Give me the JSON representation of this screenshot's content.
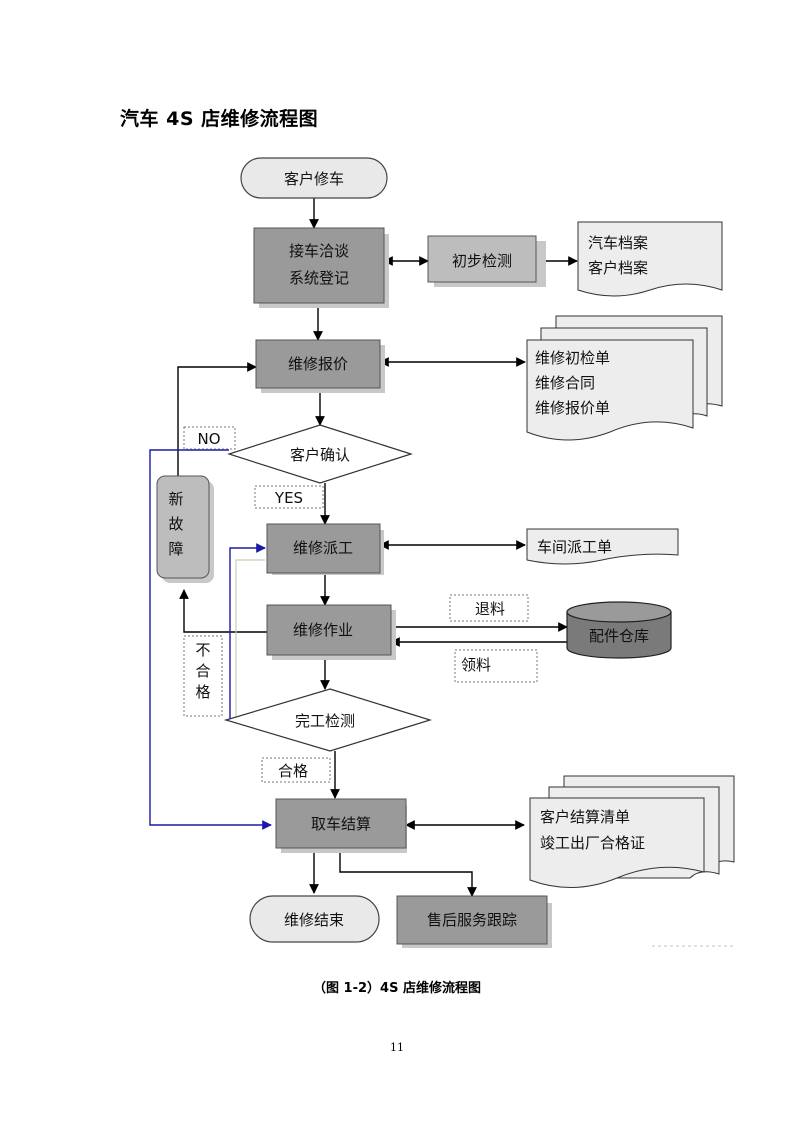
{
  "page_title": "汽车 4S 店维修流程图",
  "caption": "（图 1-2）4S 店维修流程图",
  "page_number": "11",
  "nodes": {
    "start": "客户修车",
    "reception_line1": "接车洽谈",
    "reception_line2": "系统登记",
    "initial_inspection": "初步检测",
    "quote": "维修报价",
    "customer_confirm": "客户确认",
    "new_fault": [
      "新",
      "故",
      "障"
    ],
    "dispatch": "维修派工",
    "operation": "维修作业",
    "completion_check": "完工检测",
    "checkout": "取车结算",
    "end": "维修结束",
    "aftersales": "售后服务跟踪",
    "warehouse": "配件仓库"
  },
  "documents": {
    "archives": [
      "汽车档案",
      "客户档案"
    ],
    "quote_docs": [
      "维修初检单",
      "维修合同",
      "维修报价单"
    ],
    "work_order": "车间派工单",
    "settlement_docs": [
      "客户结算清单",
      "竣工出厂合格证"
    ]
  },
  "edge_labels": {
    "no": "NO",
    "yes": "YES",
    "return_parts": "退料",
    "collect_parts": "领料",
    "unqualified": [
      "不",
      "合",
      "格"
    ],
    "qualified": "合格"
  }
}
